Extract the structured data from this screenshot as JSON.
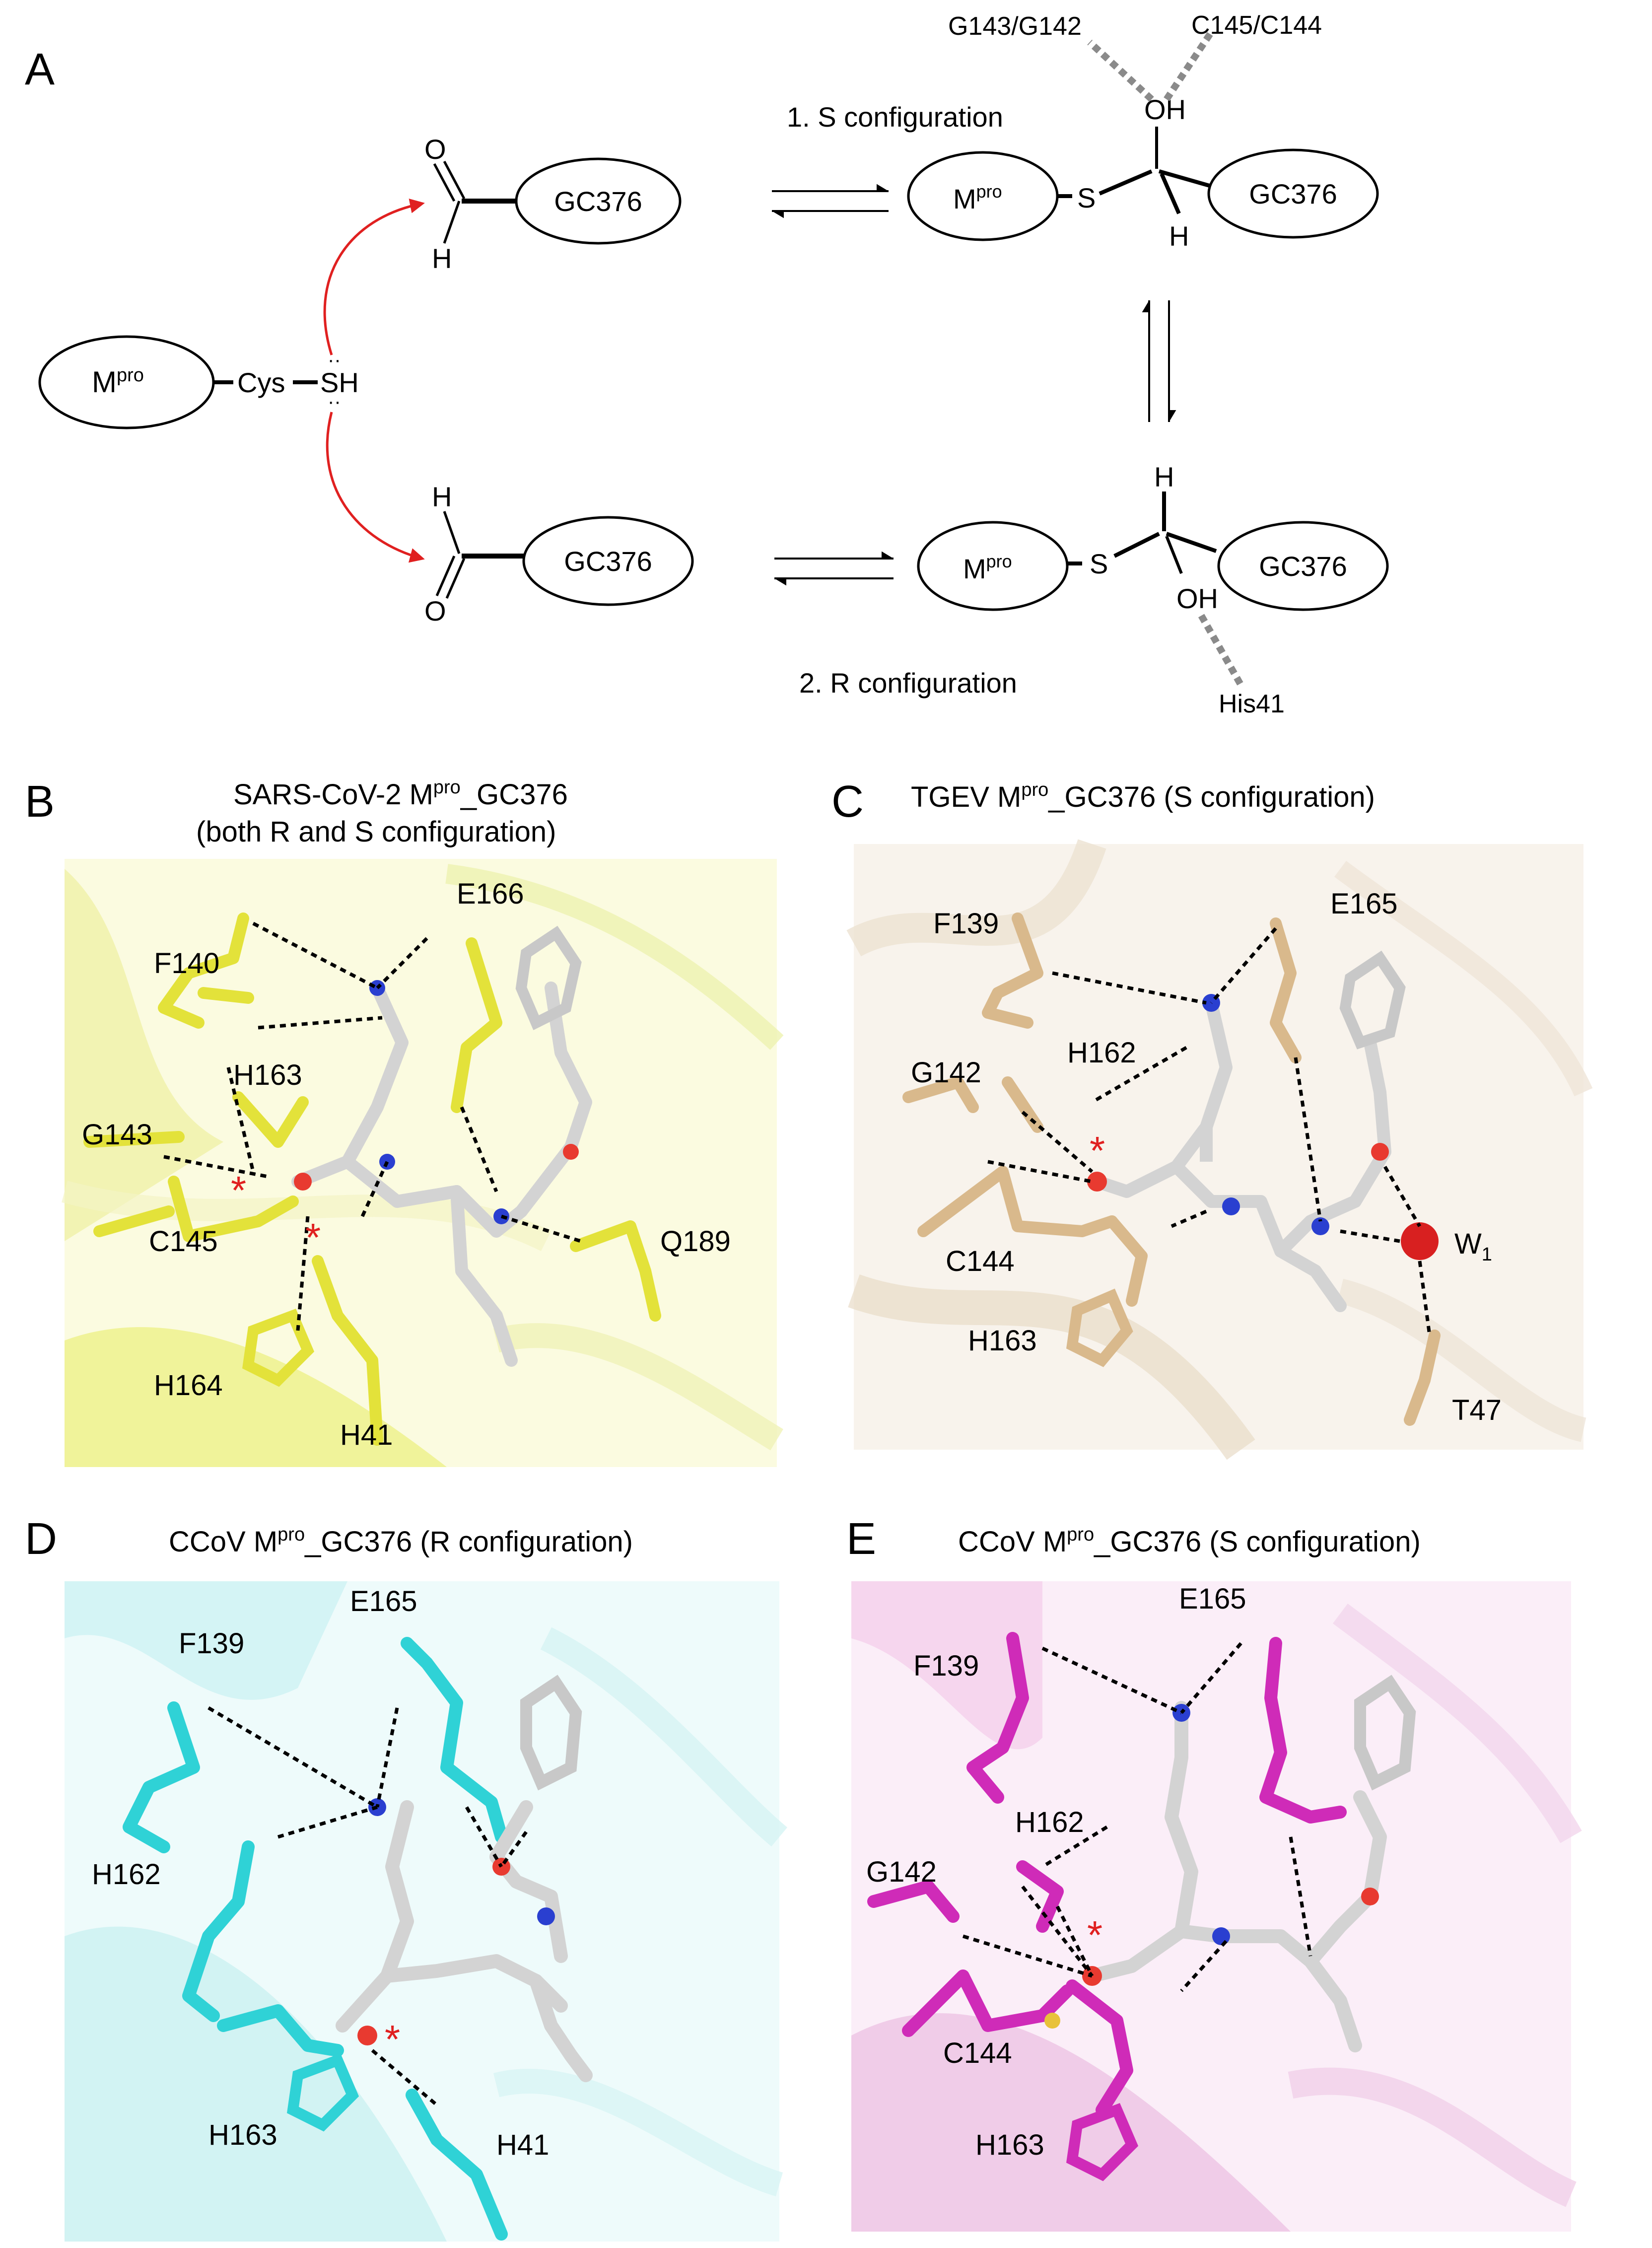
{
  "panels": {
    "a": {
      "letter": "A",
      "mpro_left": "Mpro",
      "cys": "Cys",
      "sh": "SH",
      "aldehyde_top_O": "O",
      "aldehyde_top_H": "H",
      "gc376": "GC376",
      "aldehyde_bot_H": "H",
      "aldehyde_bot_O": "O",
      "s_label": "1. S configuration",
      "r_label": "2. R configuration",
      "mpro_complex": "Mpro",
      "S": "S",
      "OH": "OH",
      "H": "H",
      "gly": "G143/G142",
      "cys_res": "C145/C144",
      "his": "His41",
      "m": "M",
      "pro": "pro"
    },
    "b": {
      "letter": "B",
      "title_line1": "SARS-CoV-2 Mpro_GC376",
      "title_pre": "SARS-CoV-2 M",
      "title_post": "_GC376",
      "title_line2": "(both R and S configuration)",
      "residues": [
        "F140",
        "E166",
        "H163",
        "G143",
        "C145",
        "Q189",
        "H164",
        "H41"
      ]
    },
    "c": {
      "letter": "C",
      "title_pre": "TGEV M",
      "title_post": "_GC376 (S configuration)",
      "residues": [
        "F139",
        "E165",
        "G142",
        "H162",
        "C144",
        "H163",
        "T47"
      ],
      "water": "W",
      "water_sub": "1"
    },
    "d": {
      "letter": "D",
      "title_pre": "CCoV M",
      "title_post": "_GC376 (R  configuration)",
      "residues": [
        "F139",
        "E165",
        "H162",
        "H163",
        "H41"
      ]
    },
    "e": {
      "letter": "E",
      "title_pre": "CCoV M",
      "title_post": "_GC376 (S configuration)",
      "residues": [
        "F139",
        "E165",
        "H162",
        "G142",
        "C144",
        "H163"
      ]
    },
    "superscript": "pro",
    "asterisk": "*"
  },
  "colors": {
    "sars": "#e3e23a",
    "tgev": "#d9b98c",
    "ccov_r": "#2fd2d6",
    "ccov_s": "#cf2bb8",
    "ligand": "#d3d3d3",
    "nitrogen": "#2a3fd0",
    "oxygen": "#e83a30",
    "sulfur": "#e8c23a",
    "hbond": "#000000",
    "red_arrow": "#e02020",
    "grey_dash": "#8a8a8a"
  }
}
